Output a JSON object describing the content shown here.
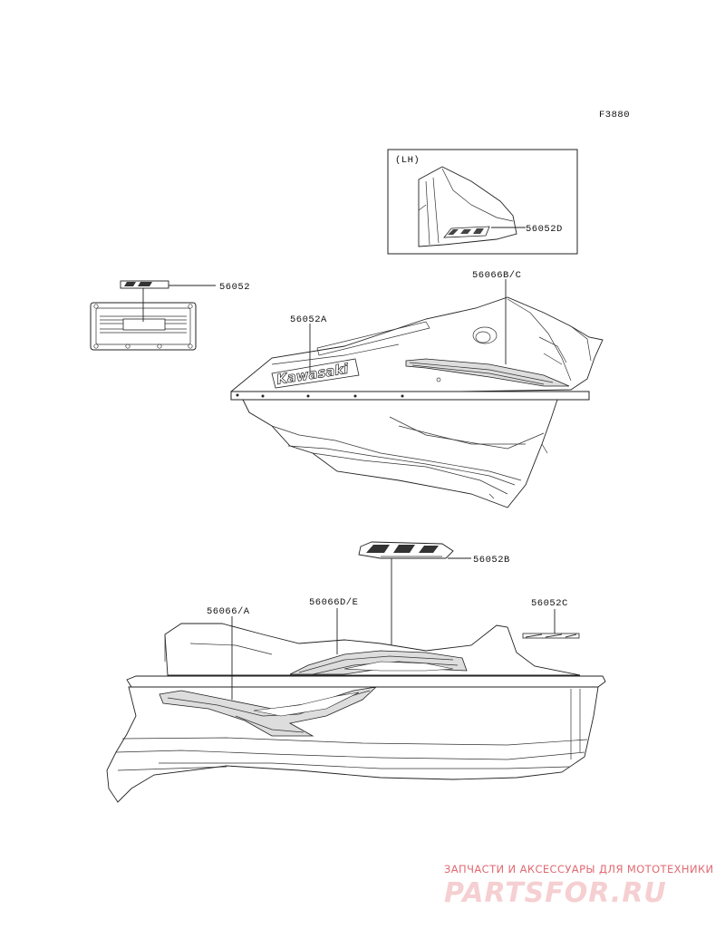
{
  "figure_code": "F3880",
  "inset": {
    "title": "(LH)"
  },
  "parts": [
    {
      "id": "p1",
      "number": "56052D"
    },
    {
      "id": "p2",
      "number": "56052"
    },
    {
      "id": "p3",
      "number": "56066B/C"
    },
    {
      "id": "p4",
      "number": "56052A"
    },
    {
      "id": "p5",
      "number": "56052B"
    },
    {
      "id": "p6",
      "number": "56066/A"
    },
    {
      "id": "p7",
      "number": "56066D/E"
    },
    {
      "id": "p8",
      "number": "56052C"
    }
  ],
  "decal_text": {
    "kawasaki": "Kawasaki"
  },
  "watermark": {
    "tagline": "ЗАПЧАСТИ И АКСЕССУАРЫ ДЛЯ МОТОТЕХНИКИ",
    "brand": "PARTSFOR.RU"
  }
}
